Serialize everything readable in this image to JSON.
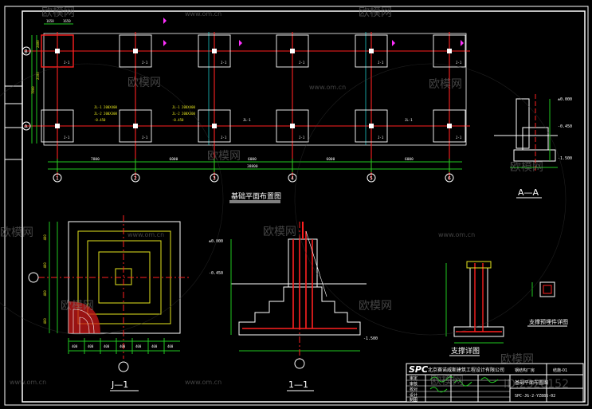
{
  "colors": {
    "background": "#000000",
    "frame": "#ffffff",
    "axis_red": "#ff2020",
    "dim_green": "#21c821",
    "pad_yellow": "#e6e61e",
    "note_cyan": "#20e0e0",
    "magenta": "#ff30ff",
    "watermark": "#7a7a7a"
  },
  "watermark": {
    "brand": "欧模网",
    "url": "www.om.cn",
    "id_text": "ID:2328152"
  },
  "plan": {
    "title": "基础平面布置图",
    "axis_rows": [
      "B",
      "A"
    ],
    "axis_cols": [
      "1",
      "2",
      "3",
      "4",
      "5",
      "6"
    ],
    "bay_dims": [
      "7800",
      "6000",
      "6000",
      "6000",
      "6000"
    ],
    "total_dim": "38800",
    "top_dims": [
      "1650",
      "1650"
    ],
    "footing_tag": "J-1",
    "beam_tag": "JL-1",
    "notes": [
      "JL-1 200X400",
      "JL-2 200X300",
      "-0.450",
      "JL-1 200X400",
      "JL-2 200X300",
      "-0.450"
    ],
    "left_dims": [
      "2100",
      "7800",
      "2400"
    ]
  },
  "section_aa": {
    "title": "A—A",
    "elevations": [
      "±0.000",
      "-0.450",
      "-1.500"
    ]
  },
  "detail_j1": {
    "title": "J—1",
    "bottom_dims": [
      "400",
      "400",
      "400",
      "400",
      "400",
      "400",
      "400"
    ],
    "left_dims": [
      "400",
      "400",
      "400",
      "400"
    ]
  },
  "section_11": {
    "title": "1—1",
    "elevations": [
      "-1.500",
      "-0.450",
      "±0.000"
    ]
  },
  "support": {
    "title": "支撑详图",
    "title2": "支撑预埋件详图"
  },
  "title_block": {
    "logo": "SPC",
    "company": "北京赛诺威斯建筑工程设计有限公司",
    "project": "钢结构厂房",
    "drawing": "基础平面布置图",
    "sheet": "结施-01",
    "drawing_no": "SPC-JG-2-YZ886-02",
    "fields": [
      "审定",
      "审核",
      "校对",
      "设计",
      "制图"
    ]
  }
}
